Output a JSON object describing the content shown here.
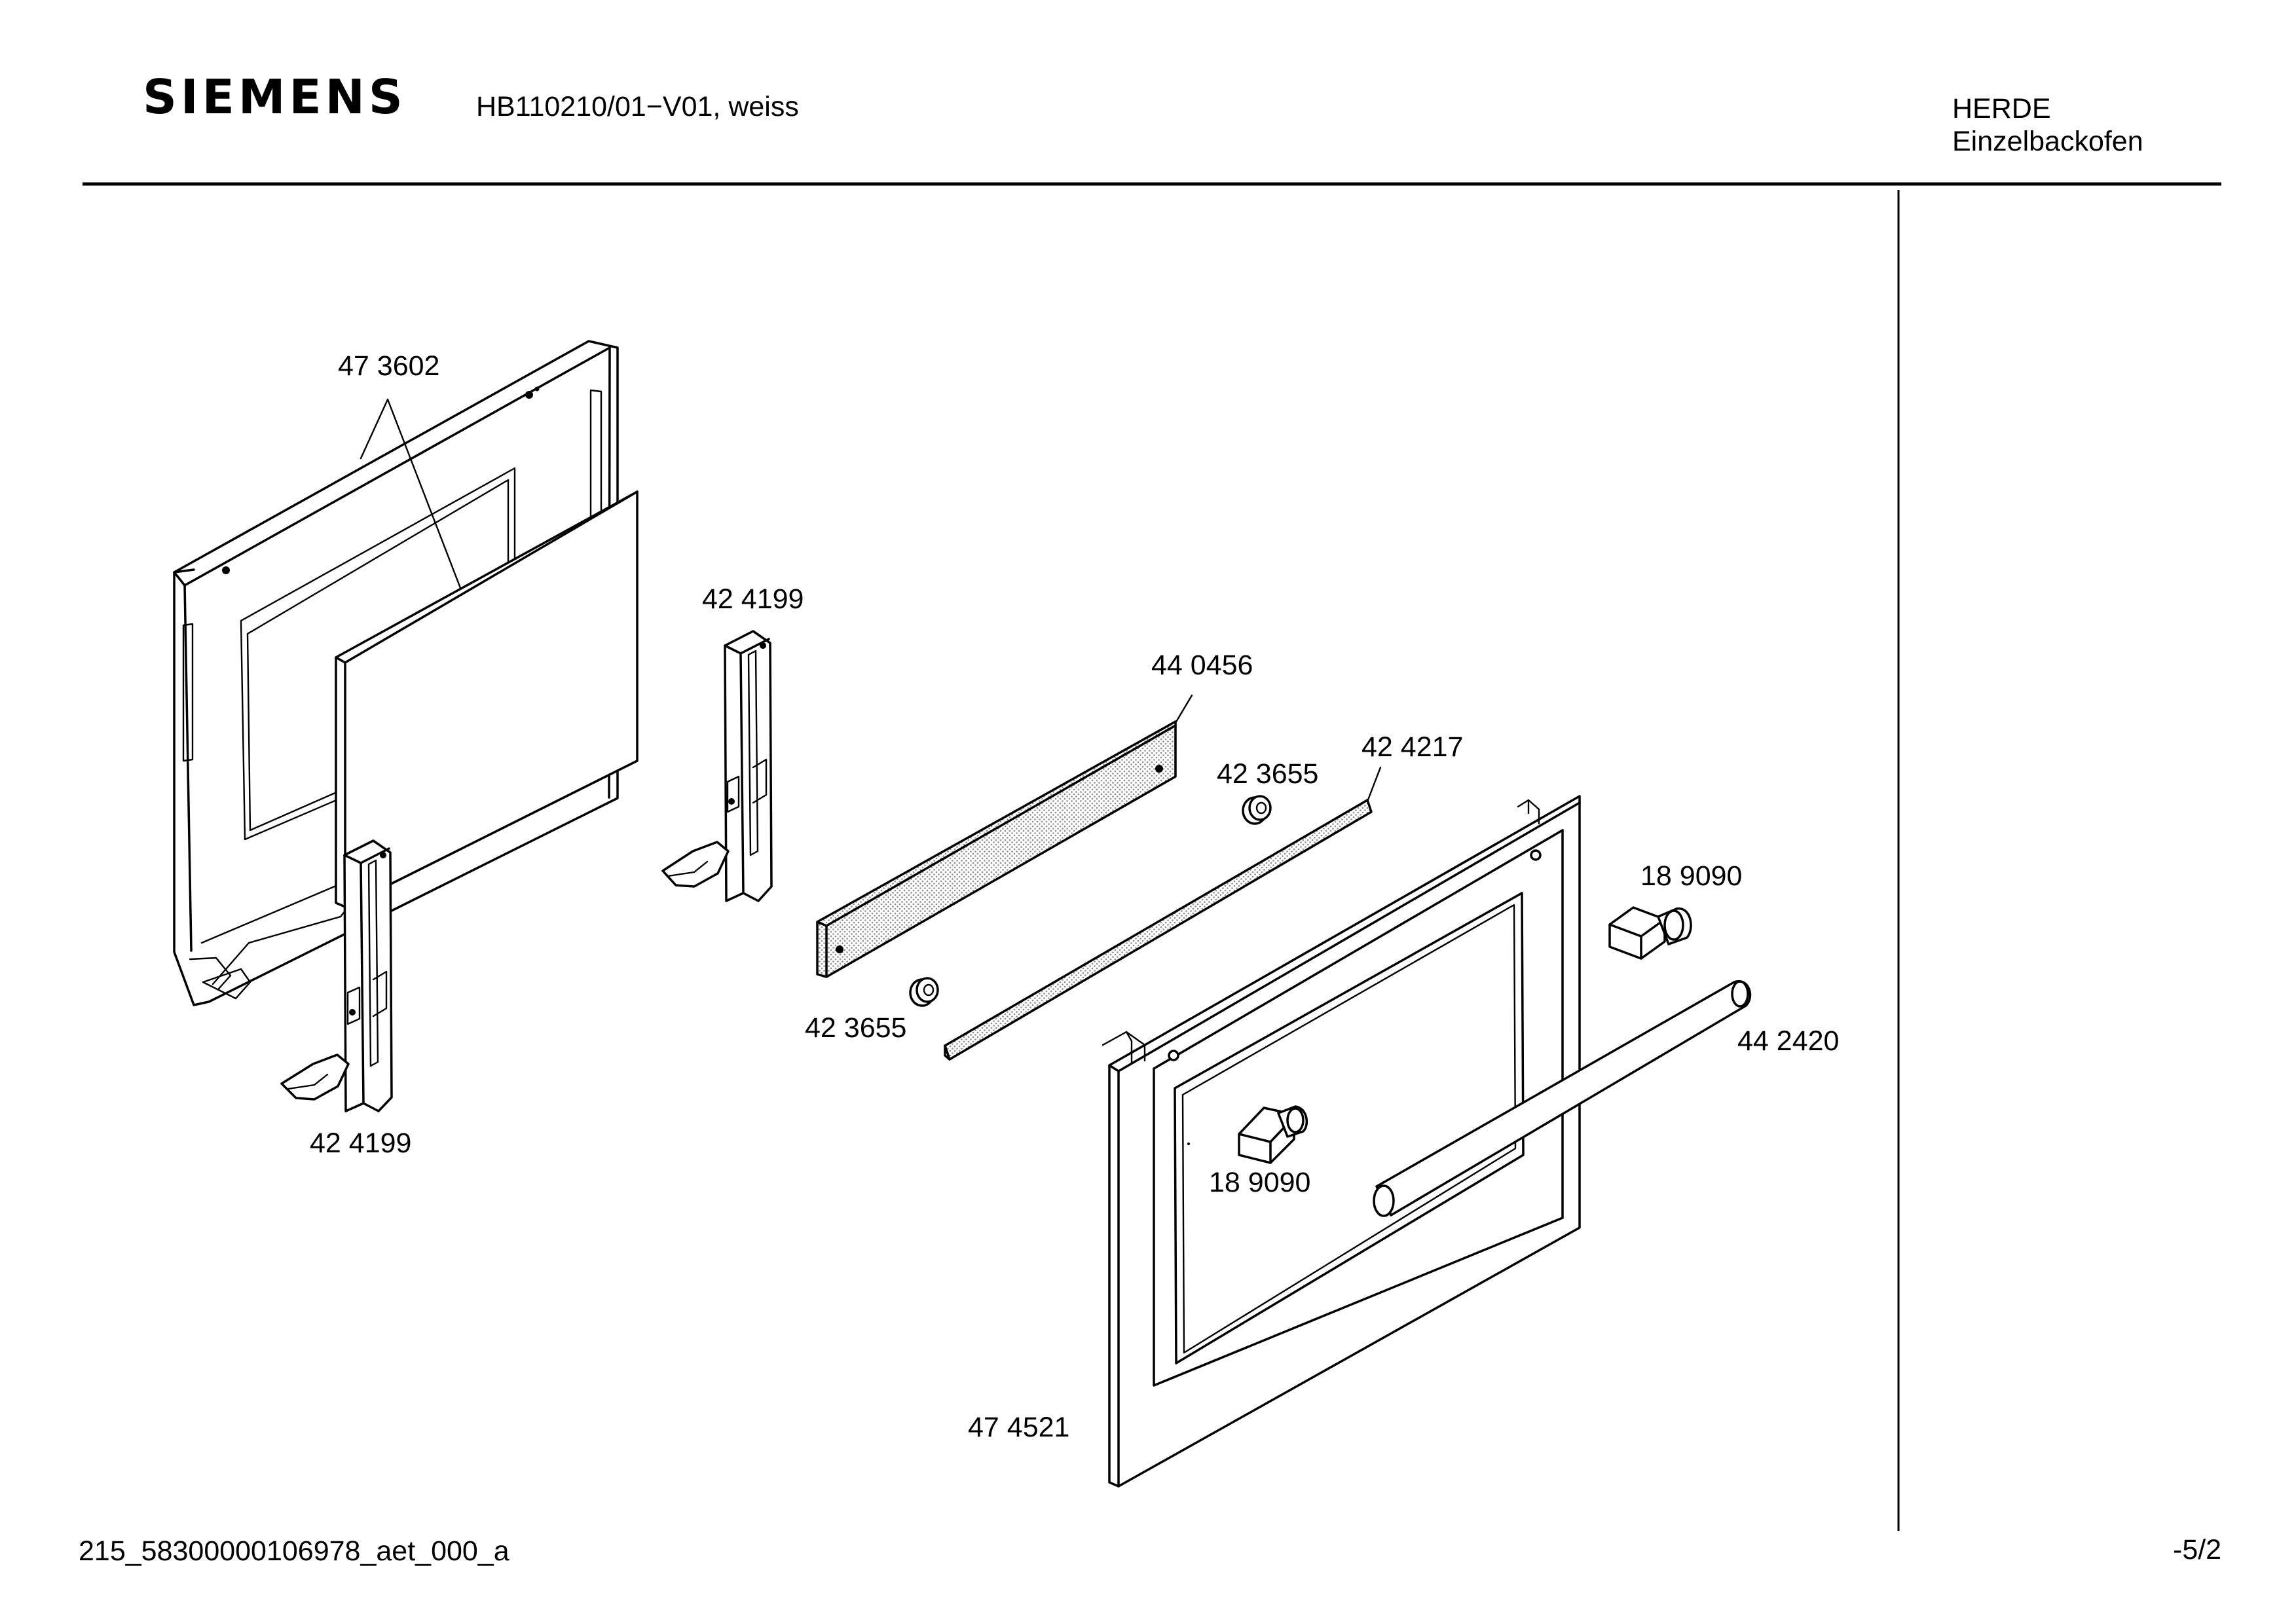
{
  "header": {
    "brand": "SIEMENS",
    "model": "HB110210/01−V01, weiss",
    "category_line1": "HERDE",
    "category_line2": "Einzelbackofen"
  },
  "parts": {
    "outer_door_panel": "47 3602",
    "hinge_left": "42 4199",
    "hinge_right": "42 4199",
    "trim_strip": "44 0456",
    "spacer_top": "42 3655",
    "spacer_bottom": "42 3655",
    "seal_strip": "42 4217",
    "handle_bracket_right": "18 9090",
    "handle_bracket_left": "18 9090",
    "handle_bar": "44 2420",
    "inner_door_frame": "47 4521"
  },
  "footer": {
    "document_id": "215_58300000106978_aet_000_a",
    "page": "-5/2"
  },
  "colors": {
    "line": "#000000",
    "background": "#ffffff",
    "stipple": "#bdbdbd"
  }
}
